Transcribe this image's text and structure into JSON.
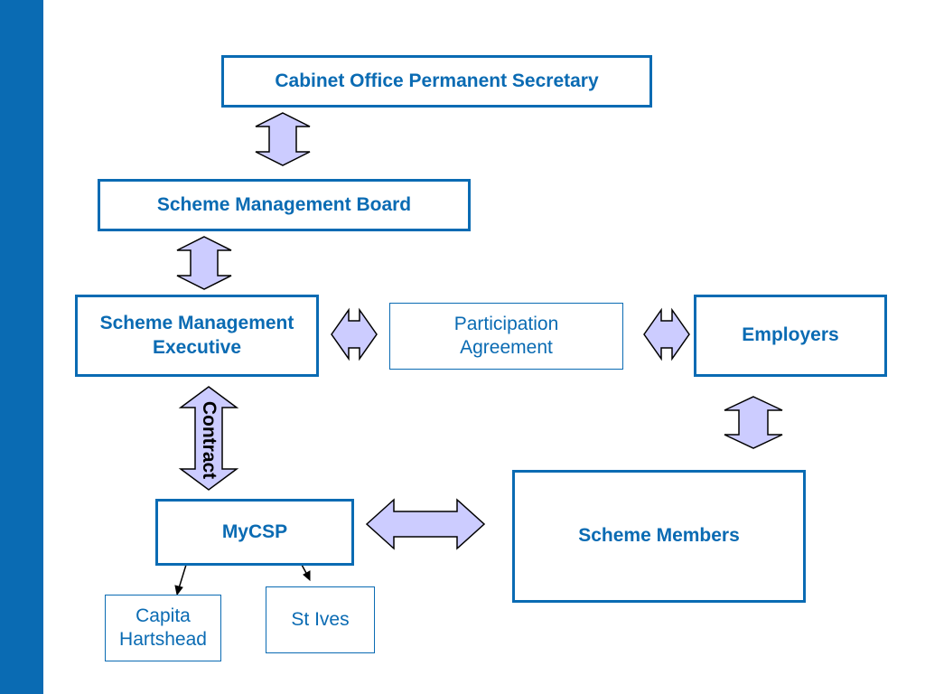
{
  "colors": {
    "sidebar": "#0a6bb3",
    "box_border": "#0a6bb3",
    "box_text": "#0a6bb3",
    "arrow_fill": "#ccccff",
    "arrow_stroke": "#000000"
  },
  "nodes": {
    "cabinet_office": "Cabinet Office Permanent Secretary",
    "management_board": "Scheme Management Board",
    "management_executive": {
      "line1": "Scheme Management",
      "line2": "Executive"
    },
    "participation_agreement": {
      "line1": "Participation",
      "line2": "Agreement"
    },
    "employers": "Employers",
    "mycsp": "MyCSP",
    "scheme_members": "Scheme Members",
    "capita_hartshead": {
      "line1": "Capita",
      "line2": "Hartshead"
    },
    "st_ives": "St Ives"
  },
  "edges": {
    "contract_label": "Contract"
  }
}
